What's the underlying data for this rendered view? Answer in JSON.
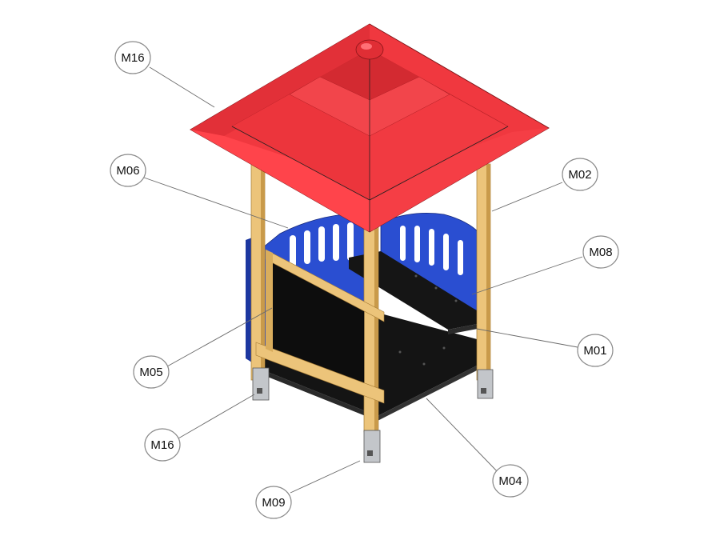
{
  "colors": {
    "roof": "#f0383f",
    "roof_shade": "#d22a31",
    "roof_light": "#ff5a60",
    "post": "#ecc47a",
    "post_shade": "#c99a4a",
    "panel_blue": "#2a4ed1",
    "panel_blue_shade": "#1c37a0",
    "board_black": "#111111",
    "steel": "#b9bcc0"
  },
  "callouts": [
    {
      "id": "roof-top",
      "label": "M16"
    },
    {
      "id": "back-panel",
      "label": "M06"
    },
    {
      "id": "post",
      "label": "M02"
    },
    {
      "id": "bench",
      "label": "M08"
    },
    {
      "id": "post-clip",
      "label": "M01"
    },
    {
      "id": "front-board",
      "label": "M05"
    },
    {
      "id": "floor",
      "label": "M04"
    },
    {
      "id": "foot-left",
      "label": "M16"
    },
    {
      "id": "foot-front",
      "label": "M09"
    }
  ]
}
